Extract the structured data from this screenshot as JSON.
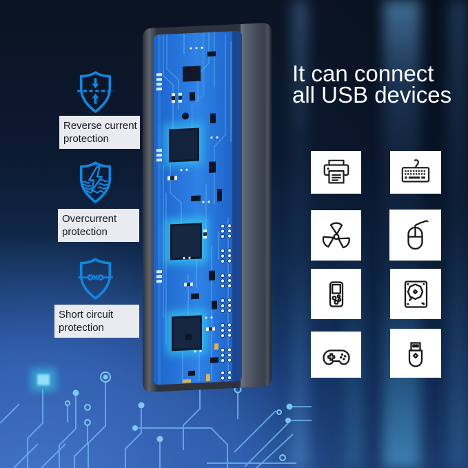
{
  "headline": {
    "line1": "It can connect",
    "line2": "all USB devices"
  },
  "protections": {
    "items": [
      {
        "label": "Reverse current protection",
        "icon": "reverse-current-shield-icon"
      },
      {
        "label": "Overcurrent protection",
        "icon": "overcurrent-shield-icon"
      },
      {
        "label": "Short circuit protection",
        "icon": "short-circuit-shield-icon"
      }
    ]
  },
  "devices": {
    "items": [
      {
        "icon": "printer-icon"
      },
      {
        "icon": "keyboard-icon"
      },
      {
        "icon": "fan-icon"
      },
      {
        "icon": "mouse-icon"
      },
      {
        "icon": "handheld-game-console-icon"
      },
      {
        "icon": "hard-drive-icon"
      },
      {
        "icon": "gamepad-icon"
      },
      {
        "icon": "usb-flash-drive-icon"
      }
    ]
  },
  "product": {
    "name": "usb-hub-circuit-board"
  },
  "colors": {
    "shield_blue": "#1585dc",
    "background_top": "#0a1322",
    "background_bottom_left": "#4679cc",
    "circuit_trace": "#6ab3ea",
    "pcb_blue": "#2e82e6",
    "chip_glow": "#38dff2",
    "label_box_bg": "#e9ebf0",
    "label_text": "#14181f",
    "headline_text": "#ffffff",
    "icon_square_bg": "#ffffff",
    "icon_stroke": "#161616"
  }
}
